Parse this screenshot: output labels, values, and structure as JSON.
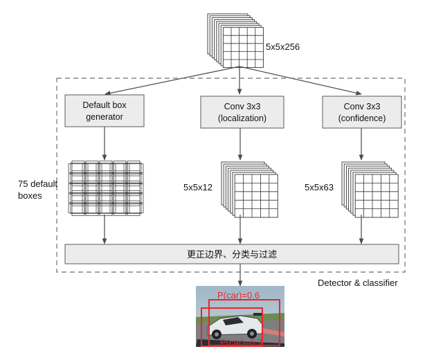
{
  "input_tensor": {
    "label": "5x5x256"
  },
  "detector_region": {
    "label": "Detector & classifier"
  },
  "branches": {
    "default_box": {
      "line1": "Default box",
      "line2": "generator",
      "output_label_line1": "75 default",
      "output_label_line2": "boxes"
    },
    "localization": {
      "line1": "Conv 3x3",
      "line2": "(localization)",
      "output_label": "5x5x12"
    },
    "confidence": {
      "line1": "Conv 3x3",
      "line2": "(confidence)",
      "output_label": "5x5x63"
    }
  },
  "refine_box": {
    "label": "更正边界、分类与过滤"
  },
  "result_image": {
    "predictions": [
      {
        "label": "P(car)=0.6",
        "color": "#e8262a"
      },
      {
        "label": "P(car)=0.7",
        "color": "#e8262a"
      }
    ]
  },
  "colors": {
    "stroke": "#5a5a5a",
    "box_fill": "#ececec",
    "dashed": "#6e6e6e",
    "prediction": "#e8262a"
  }
}
